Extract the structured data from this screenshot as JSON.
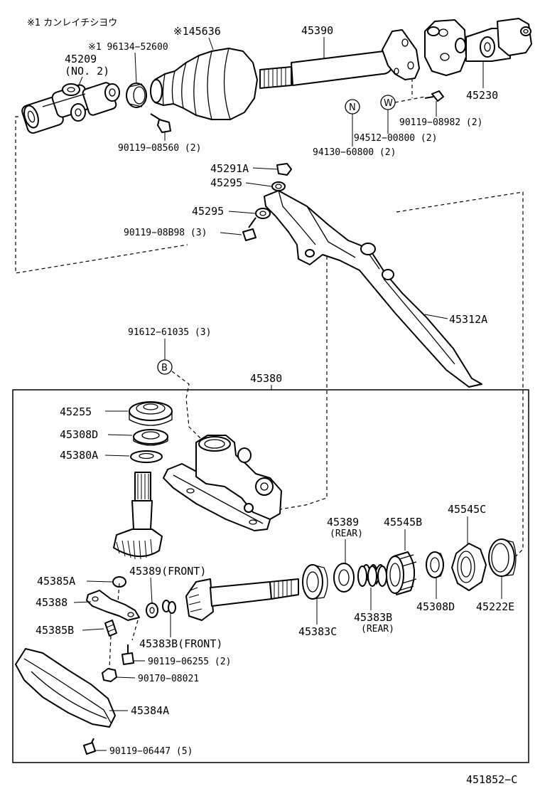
{
  "header": {
    "note_japanese": "※1 カンレイチシヨウ"
  },
  "top_section": {
    "l_45636": "※145636",
    "l_45390": "45390",
    "l_45209": "45209",
    "l_45209_sub": "(NO. 2)",
    "l_96134": "※1 96134−52600",
    "l_45230": "45230",
    "l_90119_08982": "90119−08982 (2)",
    "l_94512": "94512−00800 (2)",
    "l_94130": "94130−60800 (2)",
    "l_90119_08560": "90119−08560 (2)",
    "circle_n": "N",
    "circle_w": "W"
  },
  "middle_section": {
    "l_45291A": "45291A",
    "l_45295_a": "45295",
    "l_45295_b": "45295",
    "l_90119_08B98": "90119−08B98 (3)",
    "l_45312A": "45312A",
    "l_91612": "91612−61035 (3)",
    "circle_b": "B",
    "l_45380": "45380"
  },
  "box_section": {
    "l_45255": "45255",
    "l_45308D_a": "45308D",
    "l_45380A": "45380A",
    "l_45389_rear": "45389",
    "l_rear_a": "(REAR)",
    "l_45545B": "45545B",
    "l_45545C": "45545C",
    "l_45385A": "45385A",
    "l_45389_front": "45389(FRONT)",
    "l_45388": "45388",
    "l_45383C": "45383C",
    "l_45383B_rear": "45383B",
    "l_rear_b": "(REAR)",
    "l_45308D_b": "45308D",
    "l_45222E": "45222E",
    "l_45385B": "45385B",
    "l_45383B_front": "45383B(FRONT)",
    "l_90119_06255": "90119−06255 (2)",
    "l_90170_08021": "90170−08021",
    "l_45384A": "45384A",
    "l_90119_06447": "90119−06447 (5)"
  },
  "footer": {
    "diagram_code": "451852−C"
  }
}
